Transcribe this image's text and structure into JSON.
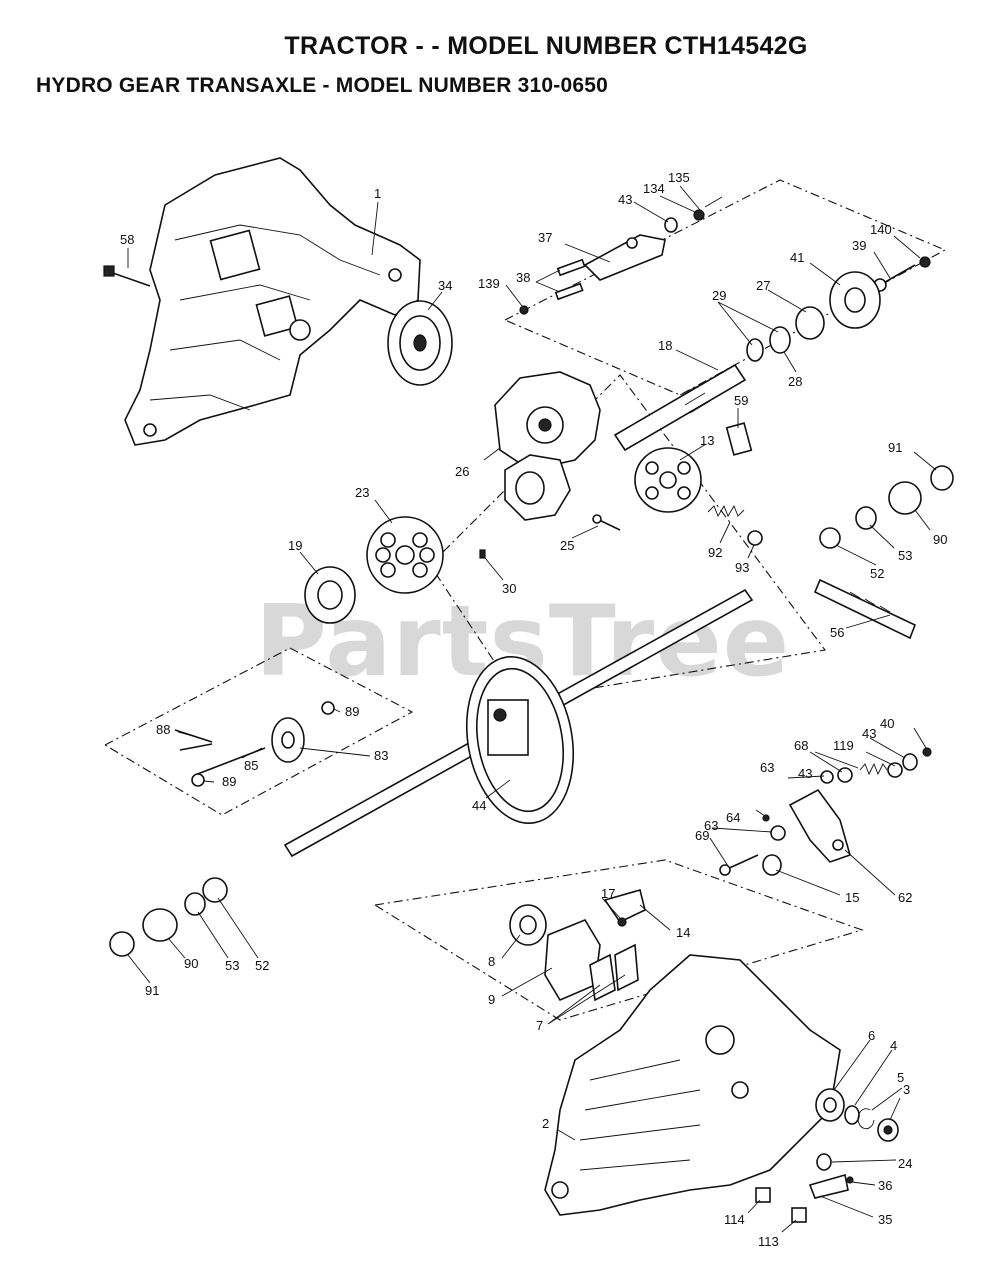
{
  "header": {
    "title": "TRACTOR - - MODEL NUMBER CTH14542G",
    "subtitle": "HYDRO GEAR TRANSAXLE - MODEL NUMBER 310-0650"
  },
  "watermark": "PartsTree",
  "callouts": {
    "c1": "1",
    "c58": "58",
    "c34": "34",
    "c135": "135",
    "c134": "134",
    "c43a": "43",
    "c37": "37",
    "c38": "38",
    "c139": "139",
    "c140": "140",
    "c39": "39",
    "c41": "41",
    "c27": "27",
    "c29": "29",
    "c28": "28",
    "c18": "18",
    "c59": "59",
    "c26": "26",
    "c13": "13",
    "c91a": "91",
    "c23": "23",
    "c25": "25",
    "c92": "92",
    "c93": "93",
    "c52a": "52",
    "c53a": "53",
    "c90a": "90",
    "c19": "19",
    "c30": "30",
    "c56": "56",
    "c88": "88",
    "c89a": "89",
    "c85": "85",
    "c83": "83",
    "c89b": "89",
    "c44": "44",
    "c40": "40",
    "c43b": "43",
    "c68": "68",
    "c119": "119",
    "c63a": "63",
    "c43c": "43",
    "c63b": "63",
    "c64": "64",
    "c69": "69",
    "c15": "15",
    "c62": "62",
    "c17": "17",
    "c14": "14",
    "c8": "8",
    "c9": "9",
    "c7": "7",
    "c91b": "91",
    "c90b": "90",
    "c53b": "53",
    "c52b": "52",
    "c6": "6",
    "c4": "4",
    "c5": "5",
    "c3": "3",
    "c2": "2",
    "c24": "24",
    "c36": "36",
    "c35": "35",
    "c114": "114",
    "c113": "113"
  }
}
